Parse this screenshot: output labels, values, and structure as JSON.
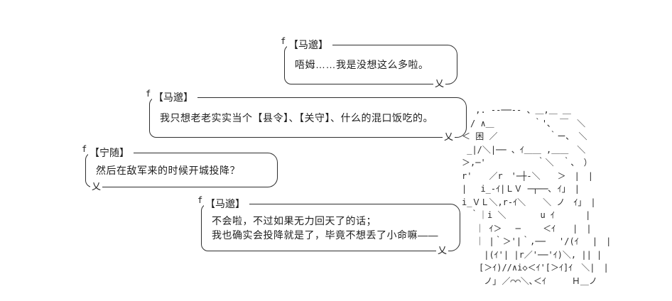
{
  "page": {
    "background_color": "#ffffff",
    "text_color": "#1f1f1f"
  },
  "bubbles": [
    {
      "speaker": "【马邈】",
      "corner_mark": "f",
      "tail_mark": "乂",
      "tail_side": "right",
      "lines": [
        "唔姆……我是没想这么多啦。"
      ]
    },
    {
      "speaker": "【马邈】",
      "corner_mark": "f",
      "tail_mark": "乂",
      "tail_side": "right",
      "lines": [
        "我只想老老实实当个【县令】、【关守】、什么的混口饭吃的。"
      ]
    },
    {
      "speaker": "【宁随】",
      "corner_mark": "f",
      "tail_mark": "乂",
      "tail_side": "left",
      "lines": [
        "然后在敌军来的时候开城投降？"
      ]
    },
    {
      "speaker": "【马邈】",
      "corner_mark": "f",
      "tail_mark": "乂",
      "tail_side": "right",
      "lines": [
        "不会啦，不过如果无力回天了的话；",
        "我也确实会投降就是了，毕竟不想丢了小命嘛——"
      ]
    }
  ],
  "ascii_art": {
    "figure_name": "aa-character-with-kun-flag",
    "flag_char": "困",
    "lines": [
      "　 ,. -‐──‐- 、＿,＿ ＿",
      "　/ ∧＿　　　　 ｀'､　￣　＼",
      "＜ 困 ／　　　　　　｀ー､　＼",
      " _|/＼|── 、ｲ＿＿ ,＿＿　＼",
      "＞,─'　　　　　　｀＼　｀､　）",
      "r'　　／r　'─┼-＼　　＞　|　|",
      "|　 i_-ｲ|ＬＶ ─┬──､ ｲ｣　|",
      "i_ＶＬ＼,r-ｲ＼　　＼ ノ　ｲ｣　|",
      "　｀｜i ＼　　　　u ｲ　　　 |",
      "　 ｜ ｲ＞　 ─　　 ＜ｲ　　|　|",
      "　 ｜ |｀＞'|｀,──　 '/(ｲ　 |　|",
      "　　 |(ｲ'| |r／'──'ｲ)＼, || |",
      "　　[＞ｲ)//∧i◇＜ｲ'[＞ｲ]ｲ　＼|　|",
      "　　 ノ｣ ／⌒⌒＼､＜ｲ　　　Ｈ＿ノ"
    ]
  }
}
